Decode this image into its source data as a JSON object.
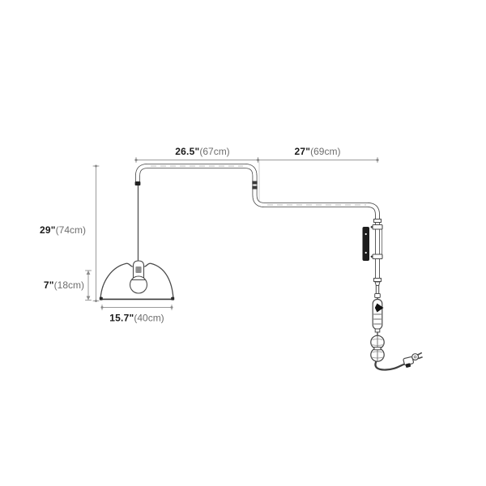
{
  "diagram": {
    "product": "swing-arm wall lamp dimension diagram",
    "dimensions": {
      "upper_arm": {
        "inches": "26.5\"",
        "metric": "(67cm)"
      },
      "lower_arm": {
        "inches": "27\"",
        "metric": "(69cm)"
      },
      "drop_height": {
        "inches": "29\"",
        "metric": "(74cm)"
      },
      "shade_height": {
        "inches": "7\"",
        "metric": "(18cm)"
      },
      "shade_diameter": {
        "inches": "15.7\"",
        "metric": "(40cm)"
      }
    },
    "colors": {
      "background": "#ffffff",
      "tube_outline": "#4a4a4a",
      "dimension_line": "#9a9a9a",
      "label_primary": "#1a1a1a",
      "label_secondary": "#6e6e6e",
      "wall_plate": "#1d1d1d"
    }
  }
}
